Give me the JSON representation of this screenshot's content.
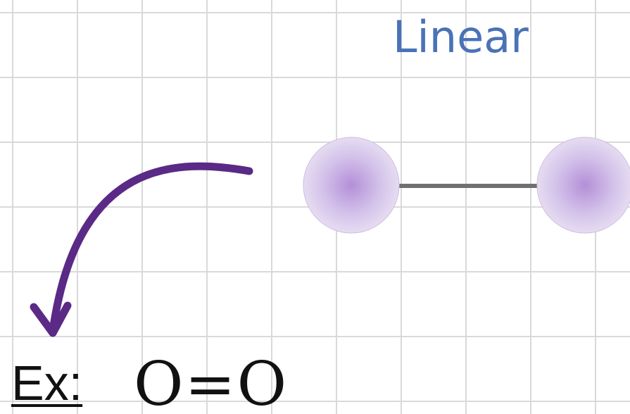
{
  "diagram": {
    "title": "Linear",
    "example_label": "Ex:",
    "example_formula": "O=O"
  },
  "colors": {
    "background": "#ffffff",
    "grid_line": "#d9d9d9",
    "title": "#4a72b6",
    "atom_center": "#b48fd8",
    "atom_edge": "#e6dcf1",
    "bond": "#707070",
    "arrow": "#5a2a86",
    "text": "#111111"
  },
  "icons": {
    "arrow": "curved-arrow-icon"
  }
}
